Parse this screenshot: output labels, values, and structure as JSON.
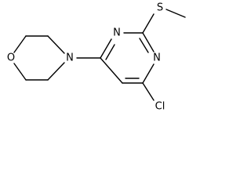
{
  "molecule": {
    "atoms": {
      "O": "O",
      "N_morpholine": "N",
      "N_ring_top": "N",
      "N_ring_right": "N",
      "S": "S",
      "Cl": "Cl"
    }
  }
}
